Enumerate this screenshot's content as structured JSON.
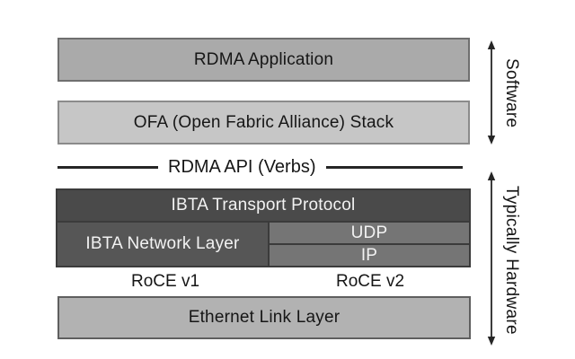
{
  "layers": {
    "rdma_app": "RDMA Application",
    "ofa_stack": "OFA (Open Fabric Alliance) Stack",
    "rdma_api": "RDMA API (Verbs)",
    "ibta_transport": "IBTA Transport Protocol",
    "ibta_network": "IBTA Network Layer",
    "udp": "UDP",
    "ip": "IP",
    "ethernet": "Ethernet Link Layer"
  },
  "variants": {
    "roce_v1": "RoCE v1",
    "roce_v2": "RoCE v2"
  },
  "side_labels": {
    "software": "Software",
    "hardware": "Typically Hardware"
  },
  "colors": {
    "app_box": "#aaaaaa",
    "ofa_box": "#c6c6c6",
    "transport_box": "#4a4a4a",
    "network_box": "#565656",
    "udp_ip_box": "#757575",
    "ethernet_box": "#b2b2b2",
    "stack_border": "#3b3b3b",
    "line": "#262626",
    "light_text": "#f2f2f2",
    "dark_text": "#161616"
  }
}
